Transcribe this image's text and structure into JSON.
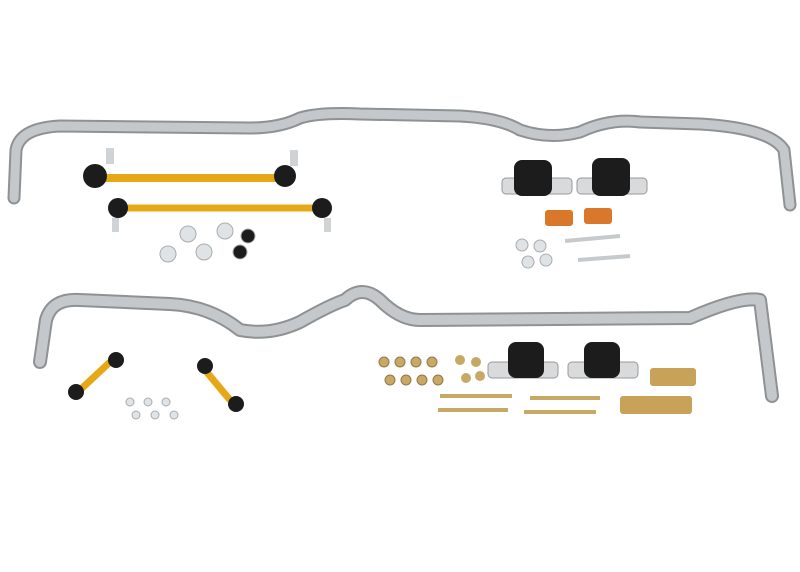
{
  "colors": {
    "background": "#ffffff",
    "sway_bar": "#b9bdbf",
    "sway_bar_shadow": "#8e9294",
    "link_gold": "#e6a817",
    "bushing_black": "#1c1c1c",
    "bracket_silver": "#d8dadc",
    "spacer_orange": "#d9782a",
    "bracket_bronze": "#c9a25a",
    "washer_silver": "#dfe3e6",
    "washer_brass": "#c8a865"
  },
  "icons": [
    "sway-bar",
    "end-link",
    "bushing",
    "bolt",
    "washer"
  ]
}
